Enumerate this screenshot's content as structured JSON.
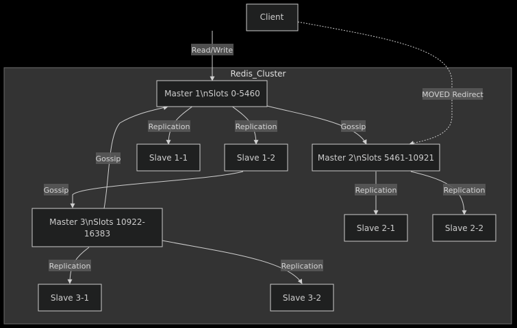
{
  "cluster": {
    "title": "Redis_Cluster"
  },
  "nodes": {
    "client": "Client",
    "master1": "Master 1\\nSlots 0-5460",
    "master2": "Master 2\\nSlots 5461-10921",
    "master3_line1": "Master 3\\nSlots 10922-",
    "master3_line2": "16383",
    "slave11": "Slave 1-1",
    "slave12": "Slave 1-2",
    "slave21": "Slave 2-1",
    "slave22": "Slave 2-2",
    "slave31": "Slave 3-1",
    "slave32": "Slave 3-2"
  },
  "edges": {
    "client_master1": "Read/Write",
    "client_master2": "MOVED Redirect",
    "m1_s11": "Replication",
    "m1_s12": "Replication",
    "m1_m2": "Gossip",
    "m2_m3": "Gossip",
    "m3_m1": "Gossip",
    "m2_s21": "Replication",
    "m2_s22": "Replication",
    "m3_s31": "Replication",
    "m3_s32": "Replication"
  },
  "colors": {
    "background": "#000000",
    "cluster_fill": "#333333",
    "node_fill": "#1f2020",
    "node_border": "#cccccc",
    "label_bg": "#585858"
  }
}
